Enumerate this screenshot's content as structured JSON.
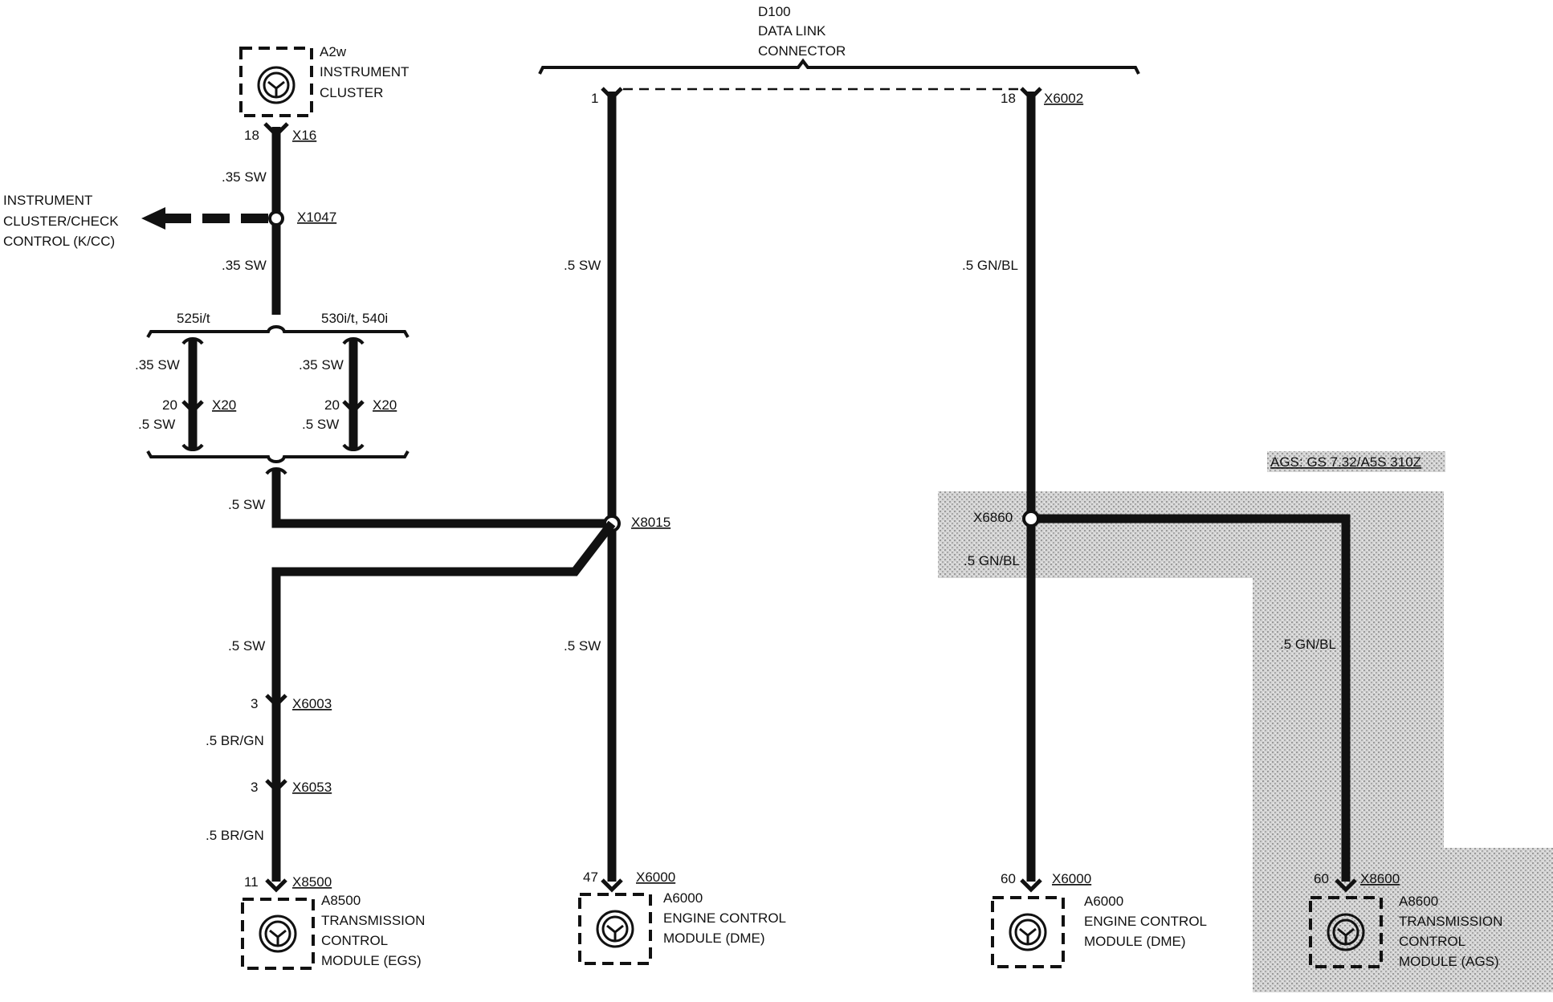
{
  "data_link": {
    "title": "D100",
    "line1": "DATA LINK",
    "line2": "CONNECTOR",
    "pin_left": "1",
    "pin_right": "18",
    "connector_right": "X6002"
  },
  "instrument_cluster": {
    "id": "A2w",
    "line1": "INSTRUMENT",
    "line2": "CLUSTER",
    "pin": "18",
    "connector": "X16"
  },
  "kcc": {
    "line1": "INSTRUMENT",
    "line2": "CLUSTER/CHECK",
    "line3": "CONTROL (K/CC)",
    "splice": "X1047"
  },
  "wires": {
    "sw035_a": ".35 SW",
    "sw035_b": ".35 SW",
    "sw035_c": ".35 SW",
    "sw035_d": ".35 SW",
    "sw05_a": ".5 SW",
    "sw05_b": ".5 SW",
    "sw05_c": ".5 SW",
    "sw05_d": ".5 SW",
    "sw05_e": ".5 SW",
    "sw05_f": ".5 SW",
    "brgn_a": ".5 BR/GN",
    "brgn_b": ".5 BR/GN",
    "gnbl_a": ".5 GN/BL",
    "gnbl_b": ".5 GN/BL",
    "gnbl_c": ".5 GN/BL"
  },
  "variants": {
    "left": "525i/t",
    "right": "530i/t, 540i",
    "pin": "20",
    "connector": "X20"
  },
  "splices": {
    "x8015": "X8015",
    "x6860": "X6860"
  },
  "egs_path": {
    "pin1": "3",
    "conn1": "X6003",
    "pin2": "3",
    "conn2": "X6053"
  },
  "egs_module": {
    "pin": "11",
    "connector": "X8500",
    "id": "A8500",
    "line1": "TRANSMISSION",
    "line2": "CONTROL",
    "line3": "MODULE (EGS)"
  },
  "dme_left": {
    "pin": "47",
    "connector": "X6000",
    "id": "A6000",
    "line1": "ENGINE CONTROL",
    "line2": "MODULE (DME)"
  },
  "dme_right": {
    "pin": "60",
    "connector": "X6000",
    "id": "A6000",
    "line1": "ENGINE CONTROL",
    "line2": "MODULE (DME)"
  },
  "ags_option": {
    "label": "AGS: GS 7.32/A5S 310Z"
  },
  "ags_module": {
    "pin": "60",
    "connector": "X8600",
    "id": "A8600",
    "line1": "TRANSMISSION",
    "line2": "CONTROL",
    "line3": "MODULE (AGS)"
  },
  "colors": {
    "wire": "#111111",
    "shade": "#c8c8c8"
  }
}
